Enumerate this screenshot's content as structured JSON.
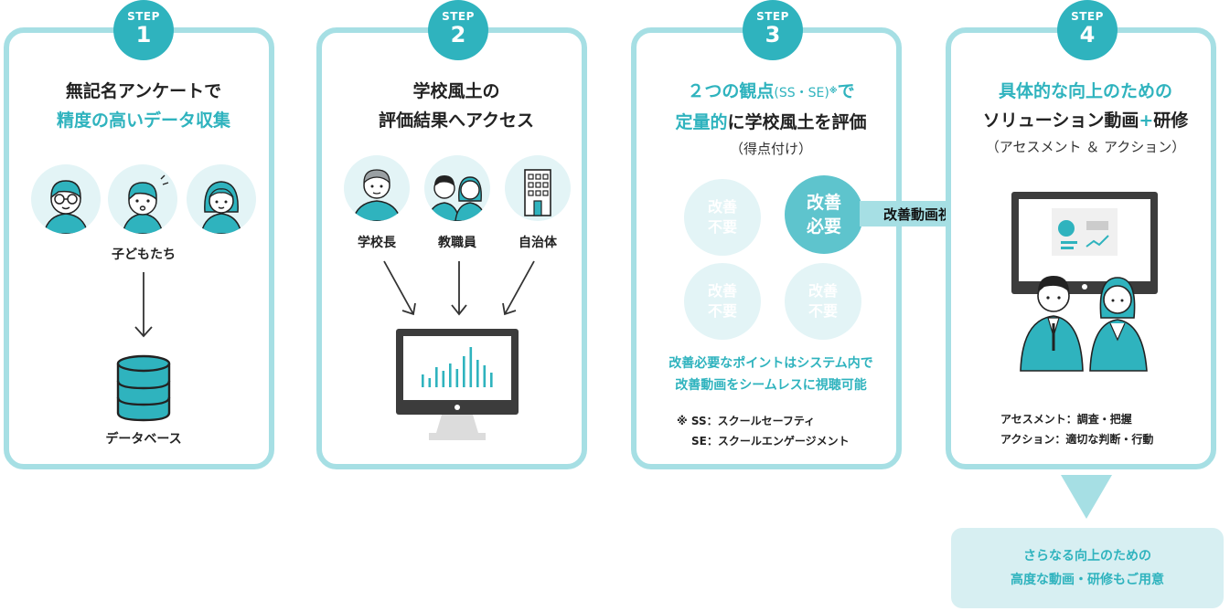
{
  "steps": [
    {
      "badge_label": "STEP",
      "badge_num": "1",
      "title_line1": "無記名アンケートで",
      "title_line2": "精度の高いデータ収集",
      "label_children": "子どもたち",
      "label_db": "データベース"
    },
    {
      "badge_label": "STEP",
      "badge_num": "2",
      "title_line1": "学校風土の",
      "title_line2": "評価結果へアクセス",
      "label_principal": "学校長",
      "label_staff": "教職員",
      "label_municipality": "自治体"
    },
    {
      "badge_label": "STEP",
      "badge_num": "3",
      "title_line1_a": "２つの観点",
      "title_line1_b": "(SS・SE)",
      "title_line1_c": "※",
      "title_line1_d": "で",
      "title_line2_a": "定量的",
      "title_line2_b": "に学校風土を評価",
      "subtitle": "（得点付け）",
      "grades": [
        {
          "l1": "改善",
          "l2": "不要"
        },
        {
          "l1": "改善",
          "l2": "必要"
        },
        {
          "l1": "改善",
          "l2": "不要"
        },
        {
          "l1": "改善",
          "l2": "不要"
        }
      ],
      "desc_line1": "改善必要なポイントはシステム内で",
      "desc_line2": "改善動画をシームレスに視聴可能",
      "note_line1": "※ SS：スクールセーフティ",
      "note_line2": "SE：スクールエンゲージメント"
    },
    {
      "badge_label": "STEP",
      "badge_num": "4",
      "title_line1": "具体的な向上のための",
      "title_line2_a": "ソリューション動画",
      "title_line2_b": "+",
      "title_line2_c": "研修",
      "subtitle": "（アセスメント ＆ アクション）",
      "note_line1": "アセスメント：調査・把握",
      "note_line2": "アクション：適切な判断・行動"
    }
  ],
  "arrow_label": "改善動画視聴",
  "bottom_box": {
    "line1": "さらなる向上のための",
    "line2": "高度な動画・研修もご用意"
  },
  "colors": {
    "teal": "#2fb3be",
    "border": "#a6dfe4",
    "light": "#e3f4f6",
    "box": "#d7eff2",
    "dark": "#3c3c3c"
  }
}
